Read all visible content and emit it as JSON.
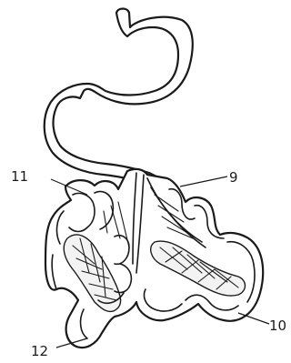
{
  "labels": {
    "l9": "9",
    "l10": "10",
    "l11": "11",
    "l12": "12"
  }
}
